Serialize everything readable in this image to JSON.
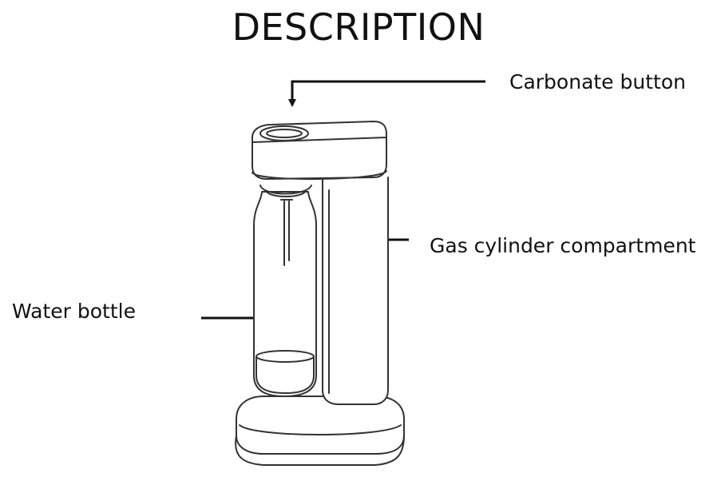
{
  "title": "DESCRIPTION",
  "labels": {
    "carbonate_button": "Carbonate button",
    "gas_cylinder": "Gas cylinder compartment",
    "water_bottle": "Water bottle"
  },
  "colors": {
    "ink": "#111111",
    "background": "#ffffff"
  }
}
